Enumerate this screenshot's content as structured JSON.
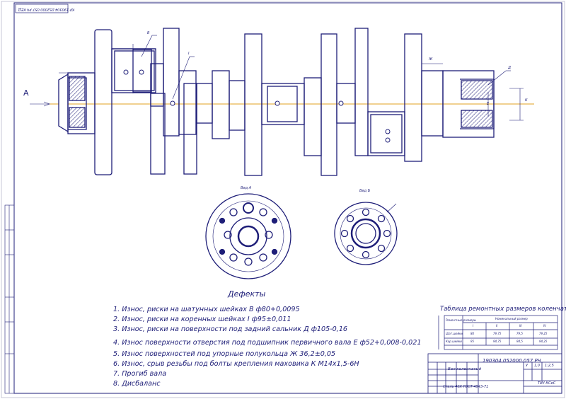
{
  "drawing": {
    "corner_code": "КР 190304.052000 057 РЧ КЕД",
    "section_letter": "А",
    "view_a_label": "Вид А",
    "view_b_label": "Вид Б",
    "dim_label_b": "В",
    "dim_label_i": "I",
    "dim_label_zh": "Ж",
    "dim_label_d": "Д",
    "dim_label_e": "Е",
    "dim_label_k": "К",
    "dim_label_e2": "Е"
  },
  "defects": {
    "title": "Дефекты",
    "items": [
      "1. Износ, риски на шатунных шейках В ф80+0,0095",
      "2. Износ, риски на коренных шейках I ф95±0,011",
      "3. Износ, риски на поверхности под задний сальник Д ф105-0,16",
      "4. Износ поверхности отверстия под подшипник первичного вала Е ф52+0,008-0,021",
      "5. Износ поверхностей под упорные полукольца Ж 36,2±0,05",
      "6. Износ, срыв резьбы под болты крепления маховика К М14х1,5-6Н",
      "7. Прогиб вала",
      "8. Дисбаланс"
    ]
  },
  "size_table": {
    "title": "Таблица ремонтных размеров коленчатого вала",
    "header_col1": "Ремонтные размеры",
    "header_group": "Номинальный размер",
    "subheaders": [
      "I",
      "II",
      "III",
      "IV"
    ],
    "rows": [
      {
        "label": "Шат.шейки",
        "values": [
          "80",
          "79,75",
          "79,5",
          "79,25"
        ]
      },
      {
        "label": "Кор.шейки",
        "values": [
          "95",
          "94,75",
          "94,5",
          "94,25"
        ]
      },
      {
        "label": "",
        "values": [
          "",
          "",
          "",
          ""
        ]
      }
    ]
  },
  "title_block": {
    "code": "190304.052000.057 РЧ",
    "part_name": "Вал коленчатый",
    "material": "Сталь 40Х ГОСТ 4543-71",
    "org": "ТИУ КСиС",
    "stage": "У",
    "mass": "1,0",
    "scale": "1:2,5"
  },
  "colors": {
    "ink": "#1e1e78",
    "axis": "#e0a020",
    "fill": "#1e1e78",
    "accent": "#c03020"
  }
}
